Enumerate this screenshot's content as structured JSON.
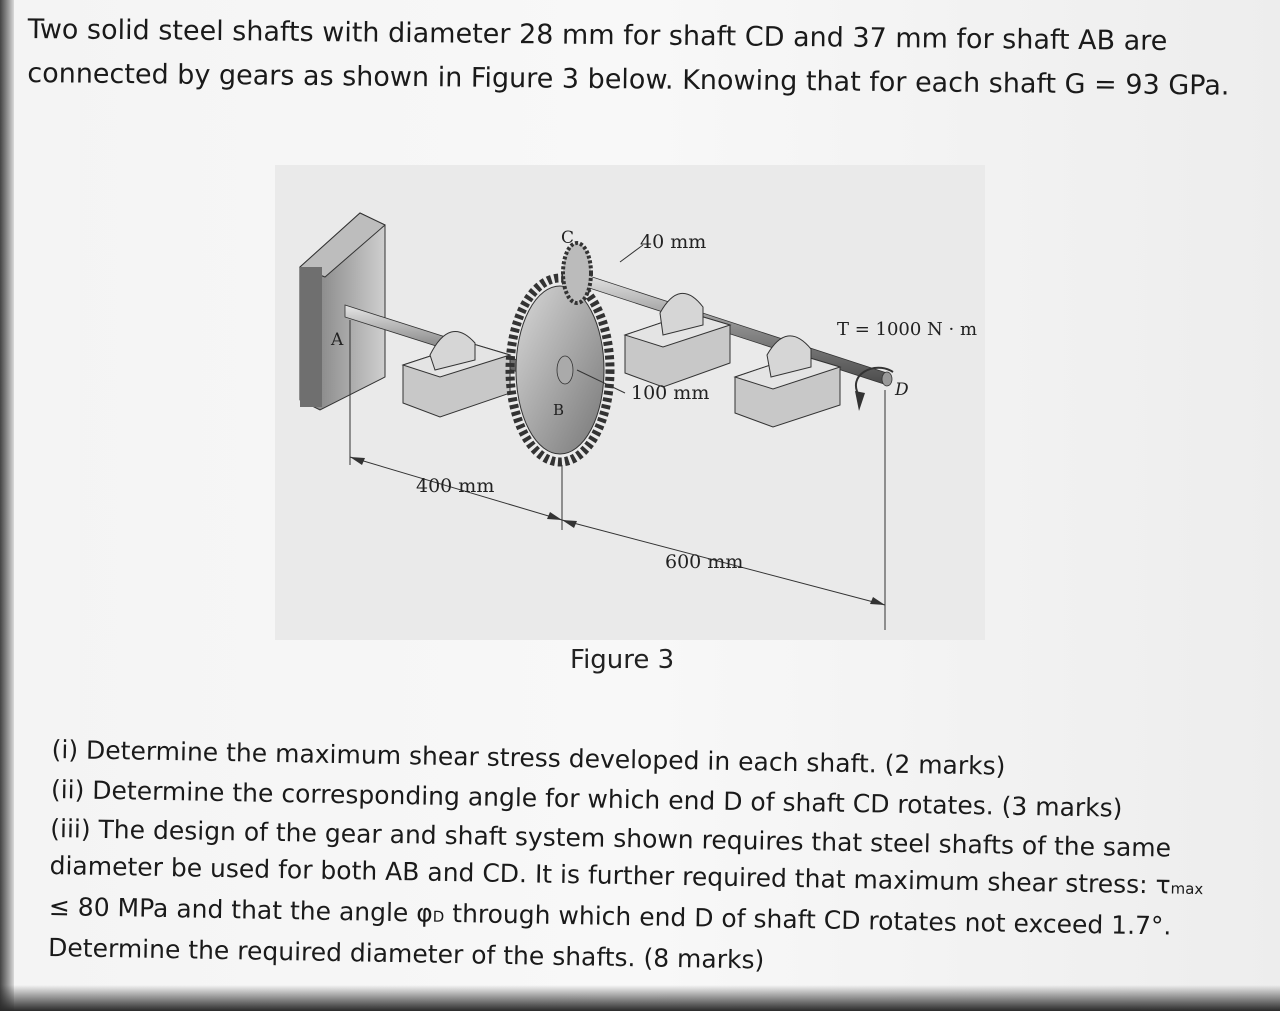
{
  "intro": {
    "text": "Two solid steel shafts with diameter 28 mm for shaft CD and 37 mm for shaft AB are connected by gears as shown in Figure 3 below. Knowing that for each shaft G = 93 GPa."
  },
  "figure": {
    "caption": "Figure 3",
    "labels": {
      "A": "A",
      "B": "B",
      "C": "C",
      "D": "D",
      "gear_c_radius": "40 mm",
      "gear_b_radius": "100 mm",
      "length_ab": "400 mm",
      "length_cd": "600 mm",
      "torque": "T = 1000 N · m"
    }
  },
  "questions": {
    "q1": "(i) Determine the maximum shear stress developed in each shaft. (2 marks)",
    "q2": "(ii) Determine the corresponding angle for which end D of shaft CD rotates. (3 marks)",
    "q3_part1": "(iii) The design of the gear and shaft system shown requires that steel shafts of the same diameter be used for both AB and CD. It is further required that maximum shear stress: τ",
    "q3_sub1": "max",
    "q3_part2": " ≤ 80 MPa and that the angle φ",
    "q3_sub2": "D",
    "q3_part3": " through which end D of shaft CD rotates not exceed 1.7°. Determine the required diameter of the shafts. (8 marks)"
  }
}
